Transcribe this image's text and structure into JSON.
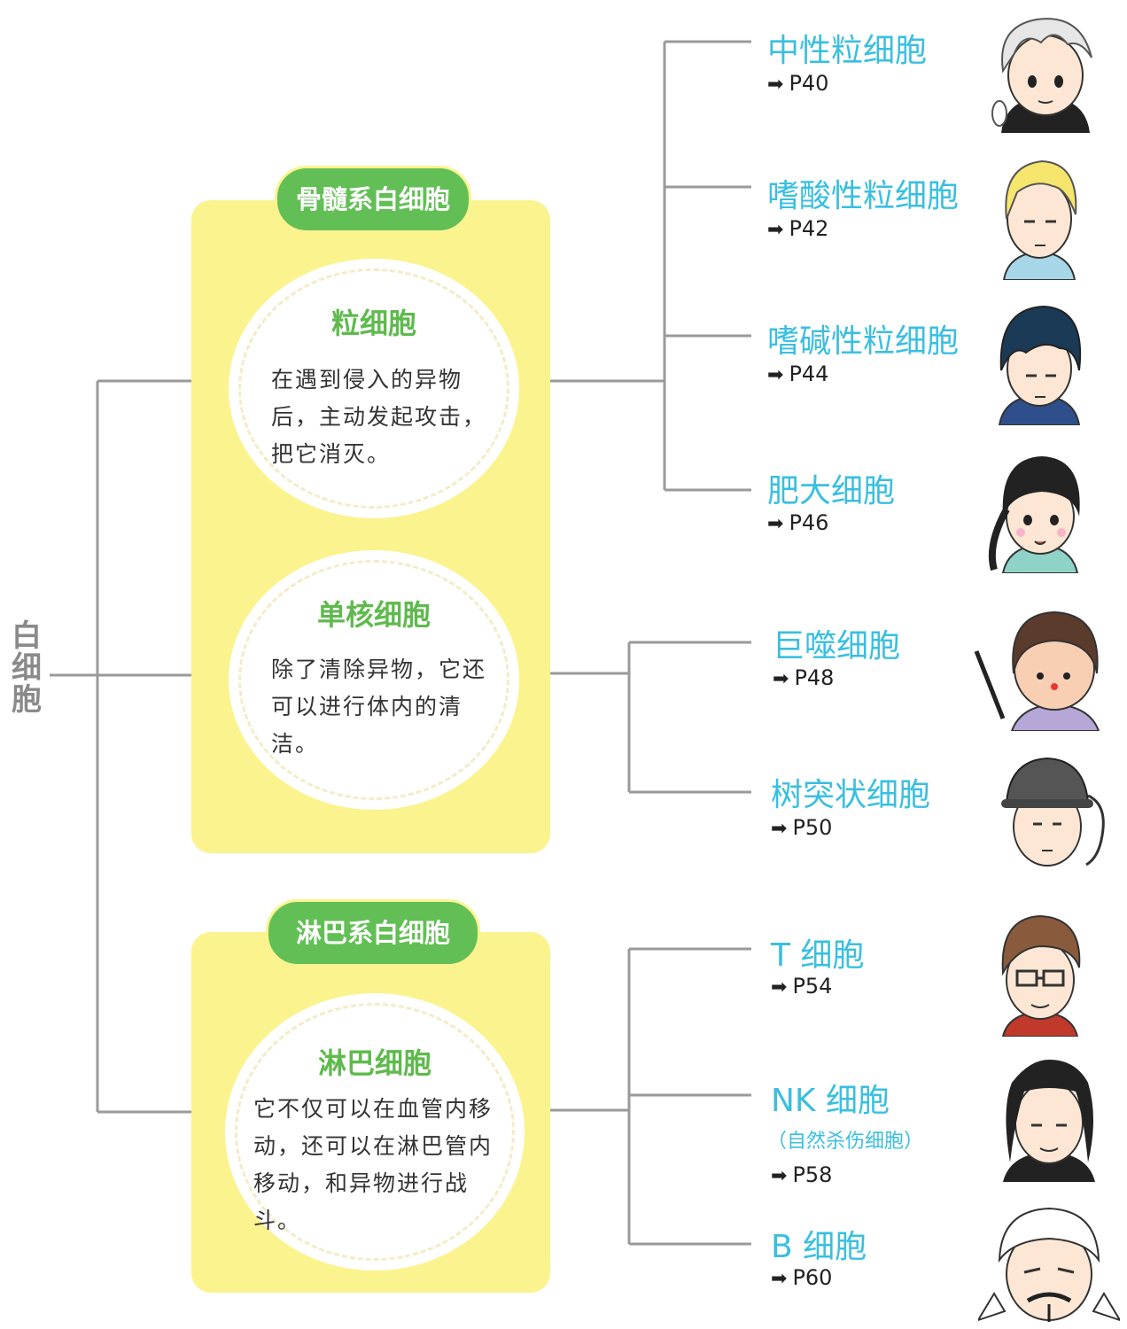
{
  "root": {
    "label": "白细胞"
  },
  "groups": [
    {
      "badge": "骨髓系白细胞"
    },
    {
      "badge": "淋巴系白细胞"
    }
  ],
  "cells": [
    {
      "title": "粒细胞",
      "desc": "在遇到侵入的异物后，主动发起攻击，把它消灭。"
    },
    {
      "title": "单核细胞",
      "desc": "除了清除异物，它还可以进行体内的清洁。"
    },
    {
      "title": "淋巴细胞",
      "desc": "它不仅可以在血管内移动，还可以在淋巴管内移动，和异物进行战斗。"
    }
  ],
  "leaves": [
    {
      "name": "中性粒细胞",
      "page": "P40"
    },
    {
      "name": "嗜酸性粒细胞",
      "page": "P42"
    },
    {
      "name": "嗜碱性粒细胞",
      "page": "P44"
    },
    {
      "name": "肥大细胞",
      "page": "P46"
    },
    {
      "name": "巨噬细胞",
      "page": "P48"
    },
    {
      "name": "树突状细胞",
      "page": "P50"
    },
    {
      "name": "T 细胞",
      "page": "P54"
    },
    {
      "name": "NK 细胞",
      "subtitle": "（自然杀伤细胞）",
      "page": "P58"
    },
    {
      "name": "B 细胞",
      "page": "P60"
    }
  ],
  "arrow_glyph": "➡",
  "portrait_icons": [
    "neutrophil-character-icon",
    "eosinophil-character-icon",
    "basophil-character-icon",
    "mast-cell-character-icon",
    "macrophage-character-icon",
    "dendritic-cell-character-icon",
    "t-cell-character-icon",
    "nk-cell-character-icon",
    "b-cell-character-icon"
  ],
  "colors": {
    "panel": "#fbf38e",
    "badge": "#62bf55",
    "cell_title": "#5fba4d",
    "leaf_name": "#39bfe0",
    "line": "#9a9a9a",
    "root_label": "#8a8a8a"
  }
}
